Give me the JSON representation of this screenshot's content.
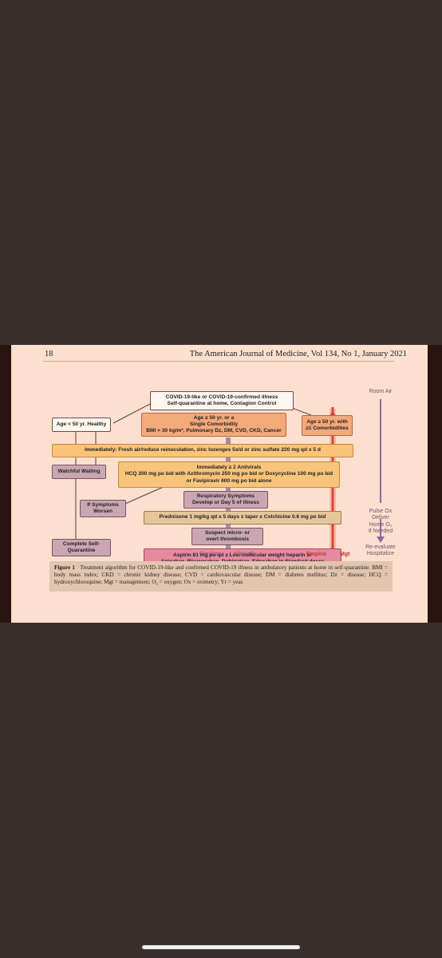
{
  "header": {
    "page_number": "18",
    "journal": "The American Journal of Medicine, Vol 134, No 1, January 2021"
  },
  "boxes": {
    "top": [
      "COVID-19-like or COVID-19-confirmed illness",
      "Self-quarantine at home, Contagion Control"
    ],
    "young": "Age < 50 yr. Healthy",
    "mid": [
      "Age ≥ 50 yr. or a",
      "Single Comorbidity",
      "BMI > 30 kg/m², Pulmonary Dz, DM, CVD, CKD, Cancer"
    ],
    "right": [
      "Age ≥ 50 yr. with",
      "≥1 Comorbidities"
    ],
    "immediately": "Immediately:  Fresh air/reduce reinoculation, zinc lozenges 5x/d or zinc sulfate 220 mg qd x 5 d",
    "watchful": "Watchful Waiting",
    "antivirals": [
      "Immediately ≥ 2 Antivirals",
      "HCQ 200 mg po bid with Azithromycin 250 mg po bid or Doxycycline 100 mg po bid",
      "or Favipiravir 600 mg po bid alone"
    ],
    "worsen": [
      "If Symptoms",
      "Worsen"
    ],
    "resp": [
      "Respiratory Symptoms",
      "Develop or Day 5 of illness"
    ],
    "prednisone": "Prednisone 1 mg/kg qd x 5 days ± taper ± Colchicine 0.6 mg po bid",
    "complete": [
      "Complete Self-",
      "Quarantine"
    ],
    "thrombosis": [
      "Suspect micro- or",
      "overt thrombosis"
    ],
    "aspirin": [
      "Aspirin 81 mg po qd ± Low-molecular weight heparin or",
      "Apixaban, Rivaroxaban, Dabigatran, Edoxaban in Standard doses"
    ]
  },
  "side_labels": {
    "room_air": "Room Air",
    "pulse_ox": [
      "Pulse Ox",
      "Deliver",
      "Home O₂",
      "If Needed"
    ],
    "reevaluate": [
      "Re-evaluate",
      "Hospitalize"
    ]
  },
  "bottom_labels": {
    "escalate": "Escalate",
    "clinically": "Clinically",
    "empiric": "Empiric",
    "mgt": "Mgt"
  },
  "caption": {
    "figure_label": "Figure 1",
    "text": "Treatment algorithm for COVID-19-like and confirmed COVID-19 illness in ambulatory patients at home in self-quarantine. BMI = body mass index; CKD = chronic kidney disease; CVD = cardiovascular disease; DM = diabetes mellitus; Dz = disease; HCQ = hydroxychloroquine; Mgt = management; O₂ = oxygen; Ox = oximetry; Yr = year."
  },
  "colors": {
    "background": "#3b2f2d",
    "page": "#fbe0cf",
    "orange": "#f4a97a",
    "amber": "#f7c47a",
    "mauve": "#c9a6b2",
    "rose": "#e68aa0",
    "red_line": "#d9463a",
    "side_arrow": "#8c6a9e"
  }
}
